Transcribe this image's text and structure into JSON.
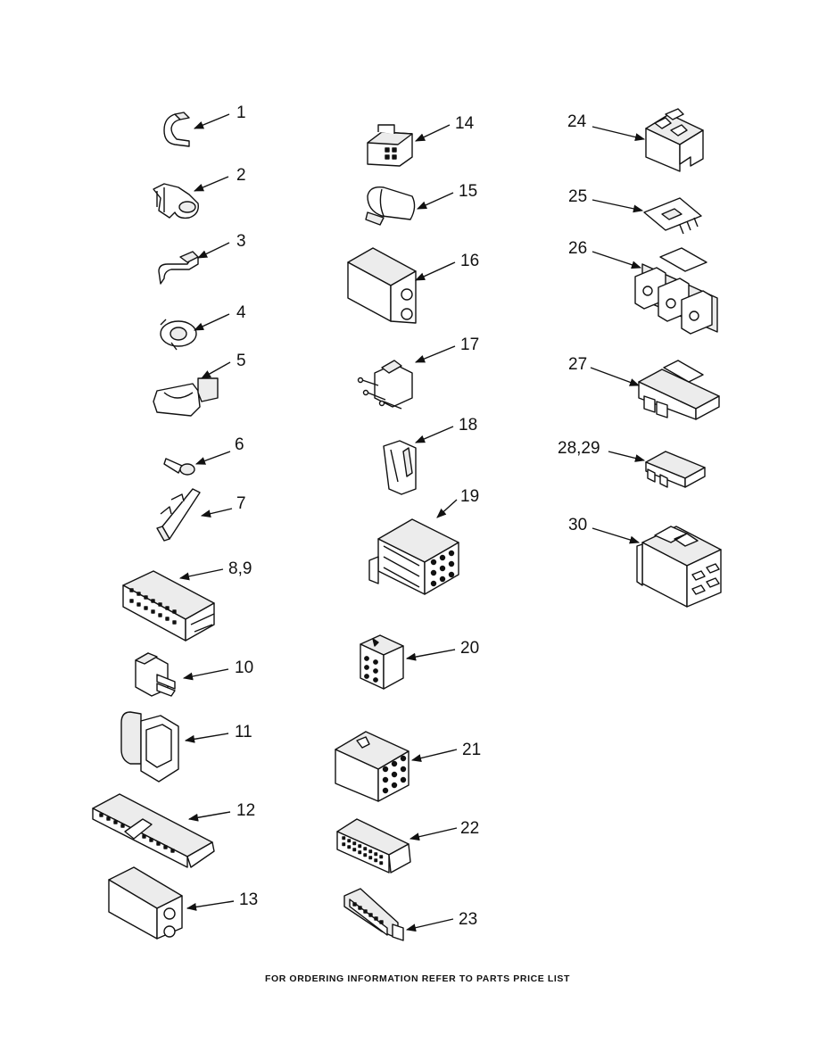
{
  "footer_note": "FOR ORDERING INFORMATION REFER TO PARTS PRICE LIST",
  "callouts": {
    "c1": "1",
    "c2": "2",
    "c3": "3",
    "c4": "4",
    "c5": "5",
    "c6": "6",
    "c7": "7",
    "c8": "8,9",
    "c10": "10",
    "c11": "11",
    "c12": "12",
    "c13": "13",
    "c14": "14",
    "c15": "15",
    "c16": "16",
    "c17": "17",
    "c18": "18",
    "c19": "19",
    "c20": "20",
    "c21": "21",
    "c22": "22",
    "c23": "23",
    "c24": "24",
    "c25": "25",
    "c26": "26",
    "c27": "27",
    "c28": "28,29",
    "c30": "30"
  }
}
